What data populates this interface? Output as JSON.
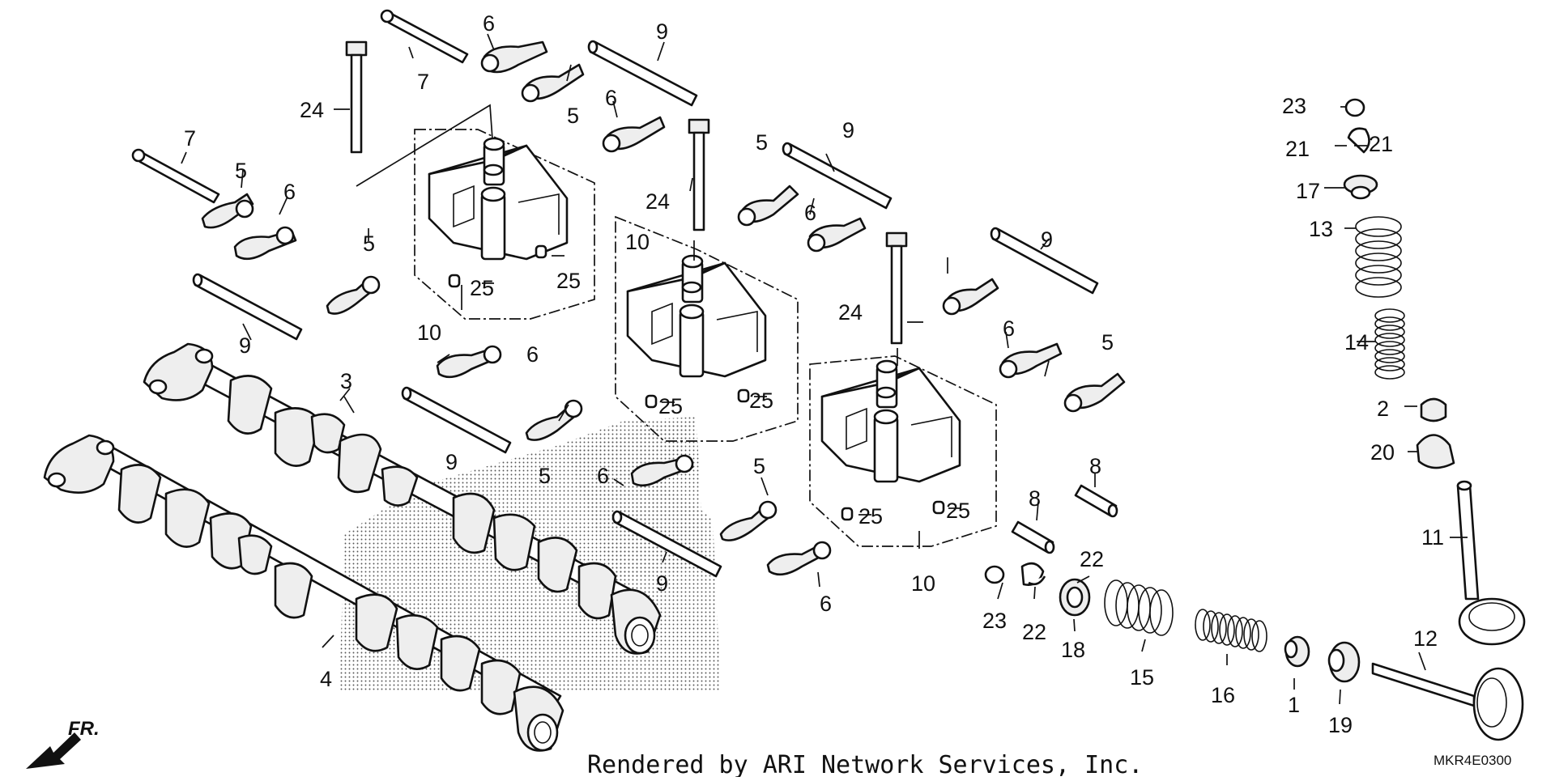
{
  "diagram": {
    "labels": [
      {
        "id": "l6a",
        "text": "6"
      },
      {
        "id": "l7a",
        "text": "7"
      },
      {
        "id": "l9a",
        "text": "9"
      },
      {
        "id": "l24a",
        "text": "24"
      },
      {
        "id": "l5a",
        "text": "5"
      },
      {
        "id": "l6b",
        "text": "6"
      },
      {
        "id": "l7b",
        "text": "7"
      },
      {
        "id": "l5b",
        "text": "5"
      },
      {
        "id": "l6c",
        "text": "6"
      },
      {
        "id": "l5c",
        "text": "5"
      },
      {
        "id": "l9b",
        "text": "9"
      },
      {
        "id": "l25a",
        "text": "25"
      },
      {
        "id": "l25b",
        "text": "25"
      },
      {
        "id": "l10a",
        "text": "10"
      },
      {
        "id": "l5d",
        "text": "5"
      },
      {
        "id": "l9c",
        "text": "9"
      },
      {
        "id": "l24b",
        "text": "24"
      },
      {
        "id": "l10b",
        "text": "10"
      },
      {
        "id": "l6d",
        "text": "6"
      },
      {
        "id": "l25c",
        "text": "25"
      },
      {
        "id": "l25d",
        "text": "25"
      },
      {
        "id": "l6e",
        "text": "6"
      },
      {
        "id": "l3",
        "text": "3"
      },
      {
        "id": "l9d",
        "text": "9"
      },
      {
        "id": "l5e",
        "text": "5"
      },
      {
        "id": "l6f",
        "text": "6"
      },
      {
        "id": "l9e",
        "text": "9"
      },
      {
        "id": "l5f",
        "text": "5"
      },
      {
        "id": "l24c",
        "text": "24"
      },
      {
        "id": "l9f",
        "text": "9"
      },
      {
        "id": "l6g",
        "text": "6"
      },
      {
        "id": "l5g",
        "text": "5"
      },
      {
        "id": "l25e",
        "text": "25"
      },
      {
        "id": "l25f",
        "text": "25"
      },
      {
        "id": "l10c",
        "text": "10"
      },
      {
        "id": "l6h",
        "text": "6"
      },
      {
        "id": "l8a",
        "text": "8"
      },
      {
        "id": "l8b",
        "text": "8"
      },
      {
        "id": "l22a",
        "text": "22"
      },
      {
        "id": "l22b",
        "text": "22"
      },
      {
        "id": "l23a",
        "text": "23"
      },
      {
        "id": "l18",
        "text": "18"
      },
      {
        "id": "l15",
        "text": "15"
      },
      {
        "id": "l16",
        "text": "16"
      },
      {
        "id": "l1",
        "text": "1"
      },
      {
        "id": "l19",
        "text": "19"
      },
      {
        "id": "l12",
        "text": "12"
      },
      {
        "id": "l4",
        "text": "4"
      },
      {
        "id": "l23b",
        "text": "23"
      },
      {
        "id": "l21a",
        "text": "21"
      },
      {
        "id": "l21b",
        "text": "21"
      },
      {
        "id": "l17",
        "text": "17"
      },
      {
        "id": "l13",
        "text": "13"
      },
      {
        "id": "l14",
        "text": "14"
      },
      {
        "id": "l2",
        "text": "2"
      },
      {
        "id": "l20",
        "text": "20"
      },
      {
        "id": "l11",
        "text": "11"
      }
    ],
    "front_marker": "FR.",
    "credit": "Rendered by ARI Network Services, Inc.",
    "diagram_code": "MKR4E0300"
  }
}
